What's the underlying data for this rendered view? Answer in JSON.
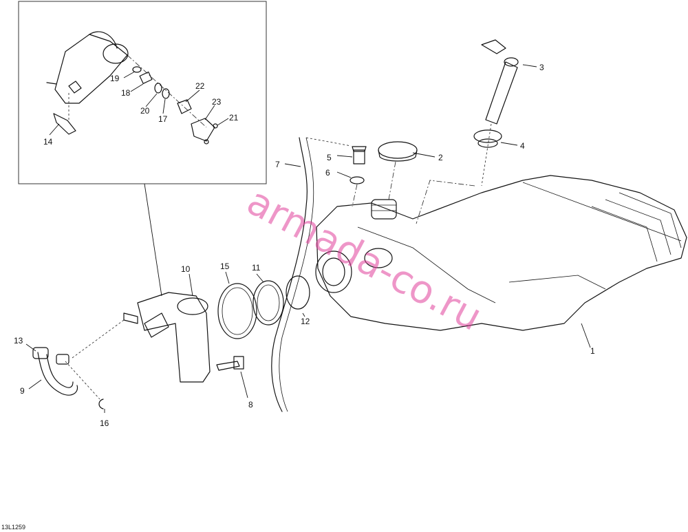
{
  "diagram_code": "13L1259",
  "watermark": "armada-co.ru",
  "callouts": [
    "1",
    "2",
    "3",
    "4",
    "5",
    "6",
    "7",
    "8",
    "9",
    "10",
    "11",
    "12",
    "13",
    "14",
    "15",
    "16",
    "17",
    "18",
    "19",
    "20",
    "21",
    "22",
    "23"
  ]
}
